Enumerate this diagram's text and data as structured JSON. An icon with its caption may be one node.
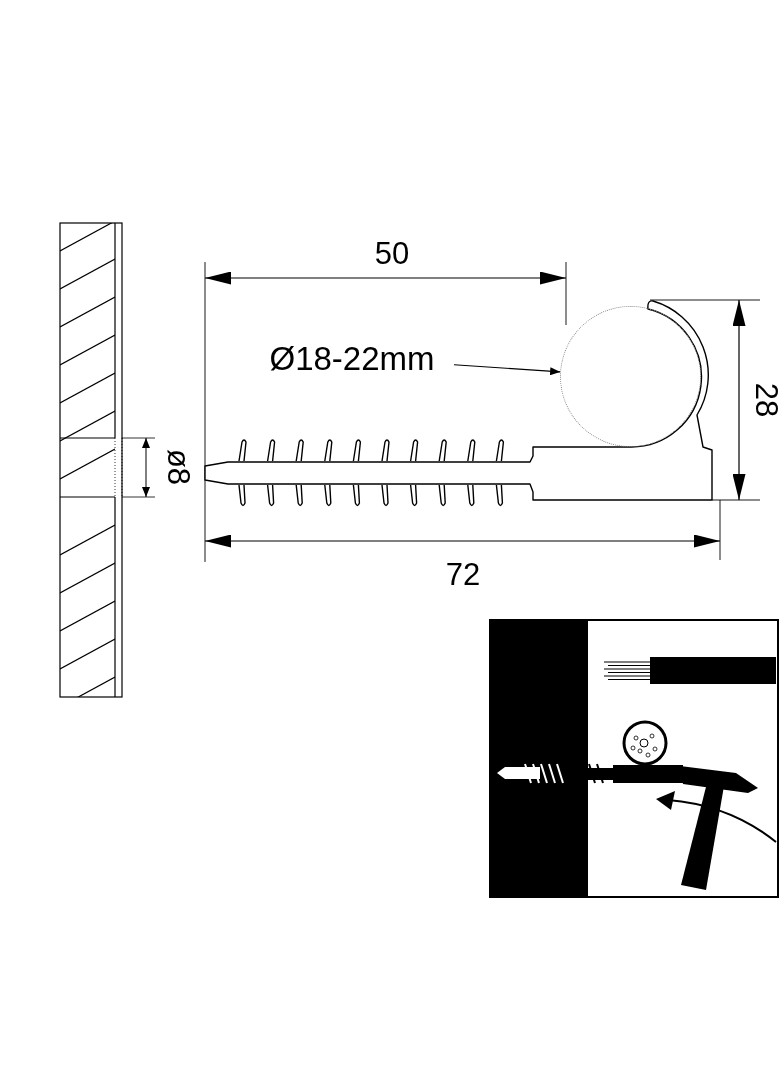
{
  "diagram": {
    "nodes": [
      {
        "text": [
          "Ø18-22mm"
        ]
      },
      {
        "text": [],
        "shape": "circle"
      }
    ],
    "edges": [
      {
        "from": 0,
        "to": 1,
        "arrow": "to"
      }
    ],
    "labels": [
      "50",
      "28",
      "ø8",
      "72"
    ]
  }
}
